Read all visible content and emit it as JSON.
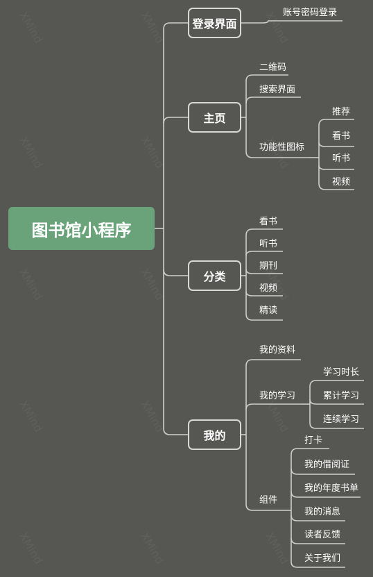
{
  "colors": {
    "background": "#565753",
    "root_fill": "#6aa37a",
    "line": "#cfcfcb",
    "text": "#ffffff"
  },
  "root": {
    "label": "图书馆小程序"
  },
  "branches": {
    "login": {
      "label": "登录界面",
      "items": {
        "account": "账号密码登录"
      }
    },
    "home": {
      "label": "主页",
      "items": {
        "qrcode": "二维码",
        "search": "搜索界面",
        "functions": "功能性图标",
        "recommend": "推荐",
        "read": "看书",
        "listen": "听书",
        "video": "视频"
      }
    },
    "category": {
      "label": "分类",
      "items": {
        "read": "看书",
        "listen": "听书",
        "journal": "期刊",
        "video": "视频",
        "intensive": "精读"
      }
    },
    "mine": {
      "label": "我的",
      "items": {
        "profile": "我的资料",
        "study": "我的学习",
        "study_time": "学习时长",
        "total_study": "累计学习",
        "streak_study": "连续学习",
        "components": "组件",
        "checkin": "打卡",
        "borrow_card": "我的借阅证",
        "annual_list": "我的年度书单",
        "messages": "我的消息",
        "feedback": "读者反馈",
        "about": "关于我们"
      }
    }
  },
  "watermark": "XMind"
}
